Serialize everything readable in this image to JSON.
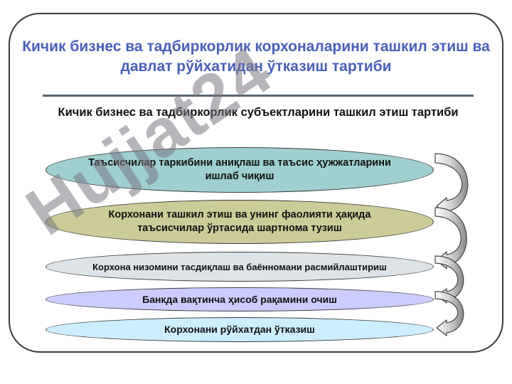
{
  "title": "Кичик бизнес ва тадбиркорлик корхоналарини ташкил этиш ва давлат рўйхатидан ўтказиш тартиби",
  "subtitle": "Кичик бизнес ва тадбиркорлик субъектларини ташкил этиш тартиби",
  "watermark": "Hujjat24",
  "steps": [
    {
      "label": "Таъсисчилар таркибини аниқлаш ва таъсис ҳужжатларини ишлаб чиқиш",
      "color": "#9fcfd0"
    },
    {
      "label": "Корхонани ташкил этиш ва унинг фаолияти ҳақида таъсисчилар ўртасида шартнома тузиш",
      "color": "#cccc99"
    },
    {
      "label": "Корхона низомини тасдиқлаш ва баённомани расмийлаштириш",
      "color": "#dde3e6"
    },
    {
      "label": "Банкда вақтинча ҳисоб рақамини очиш",
      "color": "#ccccff"
    },
    {
      "label": "Корхонани рўйхатдан ўтказиш",
      "color": "#cceeff"
    }
  ],
  "colors": {
    "title": "#4a5ec0",
    "border": "#3a3a3a"
  }
}
